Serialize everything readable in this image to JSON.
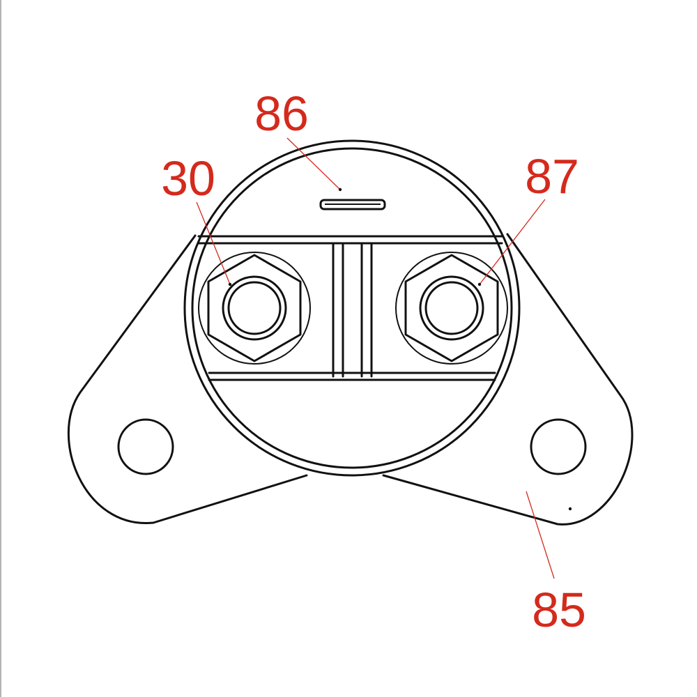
{
  "diagram": {
    "terminals": [
      {
        "id": "30",
        "label": "30"
      },
      {
        "id": "86",
        "label": "86"
      },
      {
        "id": "87",
        "label": "87"
      },
      {
        "id": "85",
        "label": "85"
      }
    ],
    "colors": {
      "label": "#d42a1c",
      "outline": "#111111",
      "background": "#ffffff"
    }
  }
}
